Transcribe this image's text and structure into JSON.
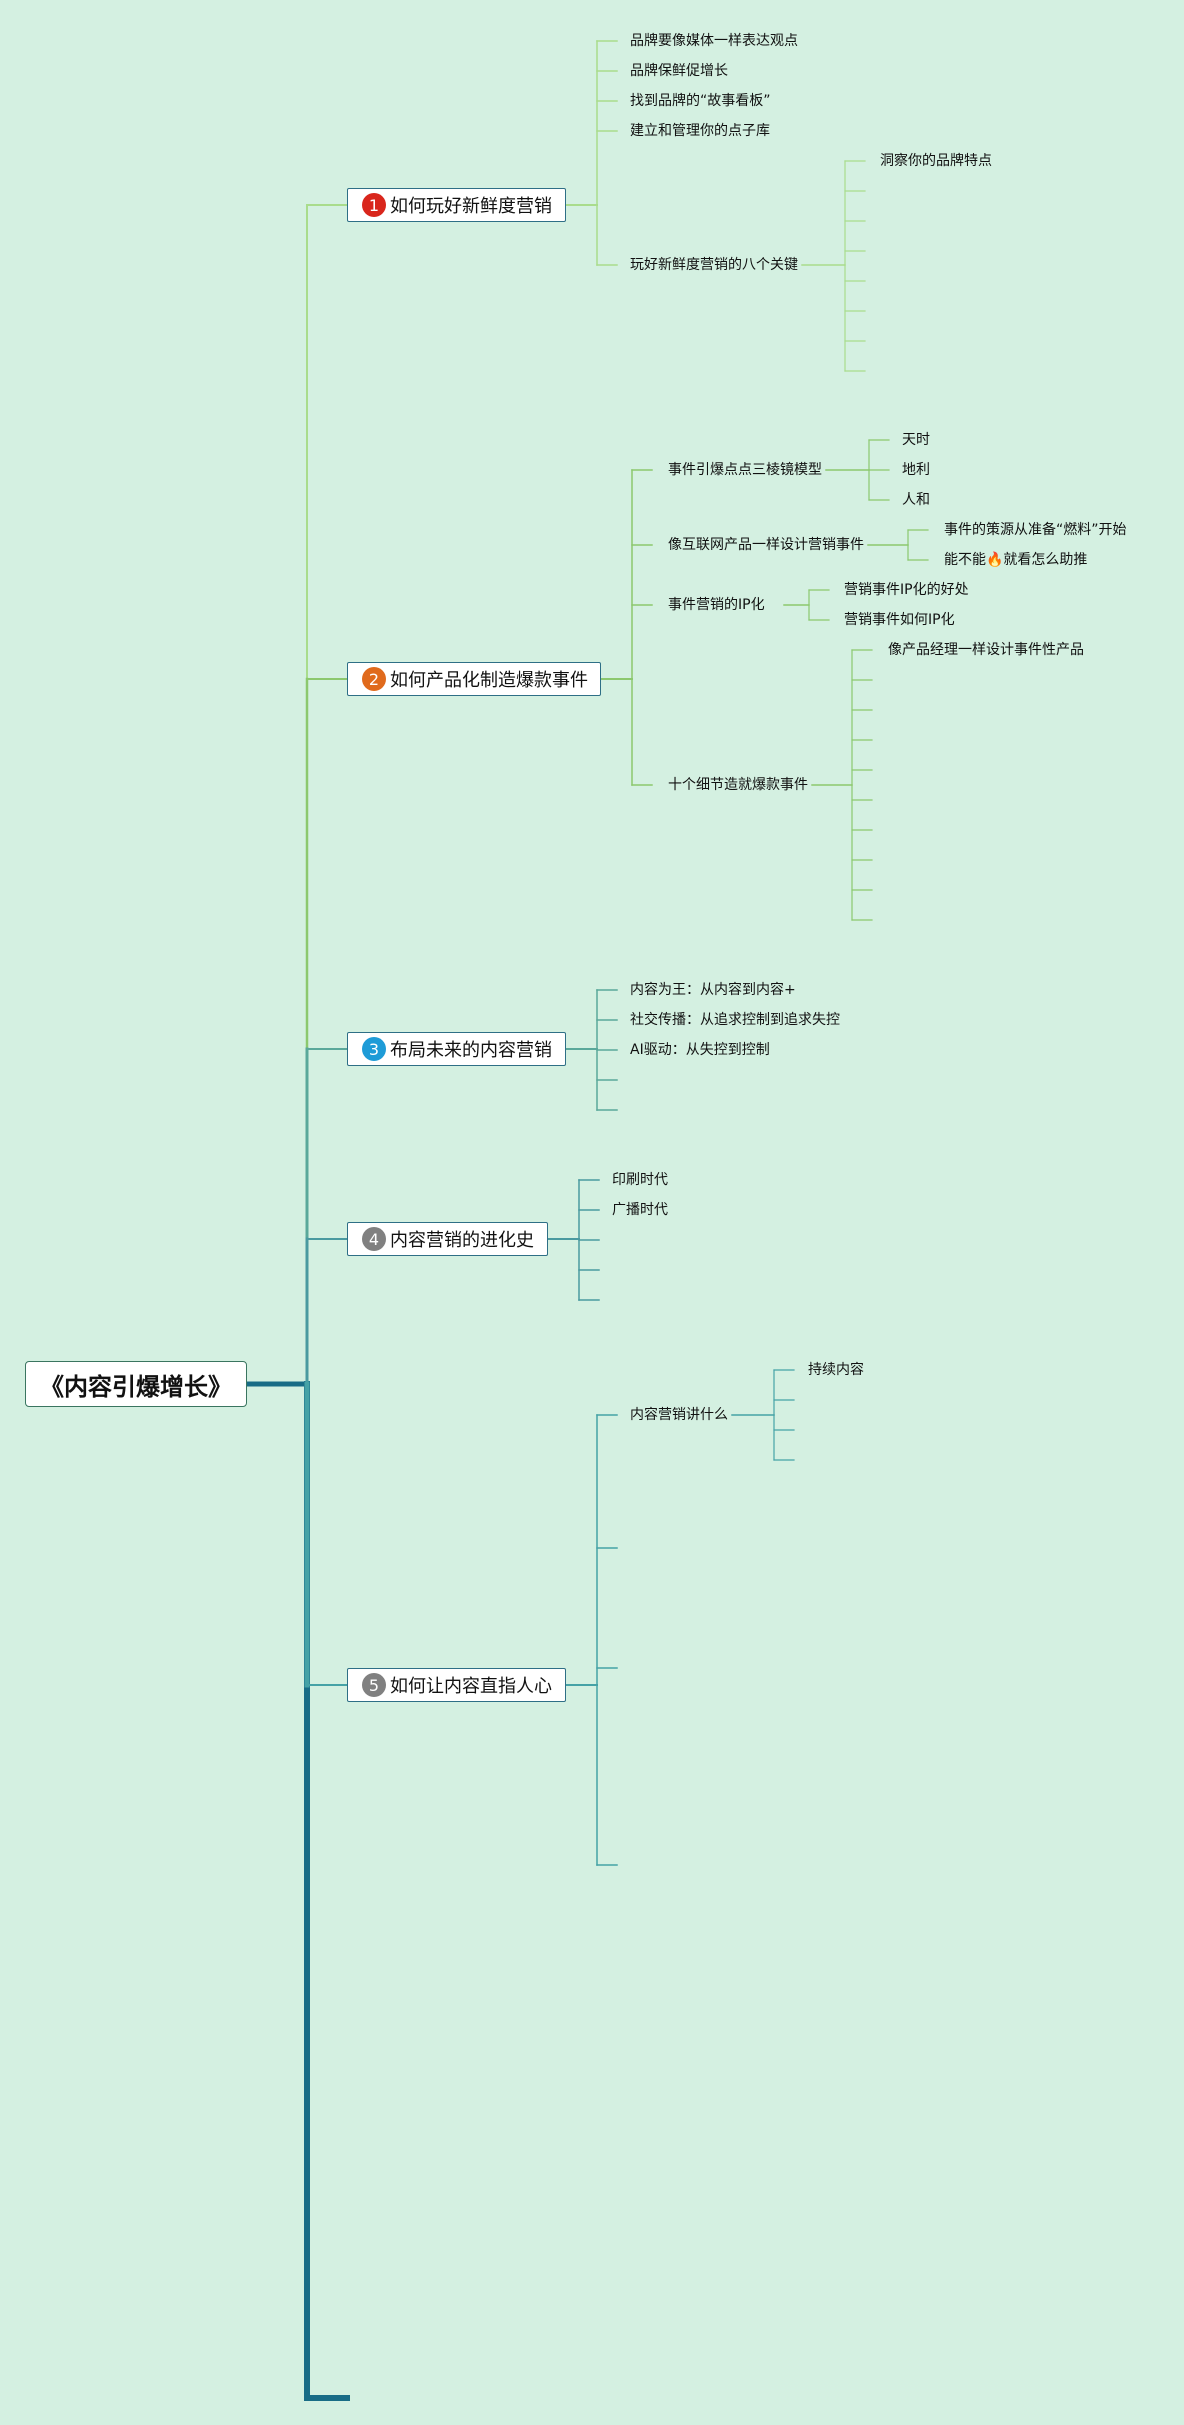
{
  "root": {
    "title": "《内容引爆增长》"
  },
  "colors": {
    "background": "#d4f0e1",
    "branch1": "#a9dc8c",
    "branch2": "#8cc86e",
    "branch3": "#5aa89a",
    "branch4": "#4a9aa0",
    "branch5": "#45a2a6",
    "trunk": "#186c86",
    "num1": "#d9261c",
    "num2": "#e06a1c",
    "num3": "#1e9bd7",
    "num4": "#808080",
    "num5": "#808080"
  },
  "branches": [
    {
      "num": "1",
      "title": "如何玩好新鲜度营销",
      "children": [
        {
          "label": "品牌要像媒体一样表达观点"
        },
        {
          "label": "品牌保鲜促增长"
        },
        {
          "label": "找到品牌的“故事看板”"
        },
        {
          "label": "建立和管理你的点子库"
        },
        {
          "label": "玩好新鲜度营销的八个关键",
          "children": [
            "洞察你的品牌特点",
            "",
            "",
            "",
            "",
            "",
            "",
            ""
          ]
        }
      ]
    },
    {
      "num": "2",
      "title": "如何产品化制造爆款事件",
      "children": [
        {
          "label": "事件引爆点点三棱镜模型",
          "children": [
            "天时",
            "地利",
            "人和"
          ]
        },
        {
          "label": "像互联网产品一样设计营销事件",
          "children": [
            "事件的策源从准备“燃料”开始",
            "能不能🔥就看怎么助推"
          ]
        },
        {
          "label": "事件营销的IP化",
          "children": [
            "营销事件IP化的好处",
            "营销事件如何IP化"
          ]
        },
        {
          "label": "十个细节造就爆款事件",
          "children": [
            "像产品经理一样设计事件性产品",
            "",
            "",
            "",
            "",
            "",
            "",
            "",
            "",
            ""
          ]
        }
      ]
    },
    {
      "num": "3",
      "title": "布局未来的内容营销",
      "children": [
        {
          "label": "内容为王：从内容到内容+"
        },
        {
          "label": "社交传播：从追求控制到追求失控"
        },
        {
          "label": "AI驱动：从失控到控制"
        },
        {
          "label": ""
        },
        {
          "label": ""
        }
      ]
    },
    {
      "num": "4",
      "title": "内容营销的进化史",
      "children": [
        {
          "label": "印刷时代"
        },
        {
          "label": "广播时代"
        },
        {
          "label": ""
        },
        {
          "label": ""
        },
        {
          "label": ""
        }
      ]
    },
    {
      "num": "5",
      "title": "如何让内容直指人心",
      "children": [
        {
          "label": "内容营销讲什么",
          "children": [
            "持续内容",
            "",
            "",
            ""
          ]
        },
        {
          "label": ""
        },
        {
          "label": ""
        },
        {
          "label": ""
        }
      ]
    }
  ]
}
